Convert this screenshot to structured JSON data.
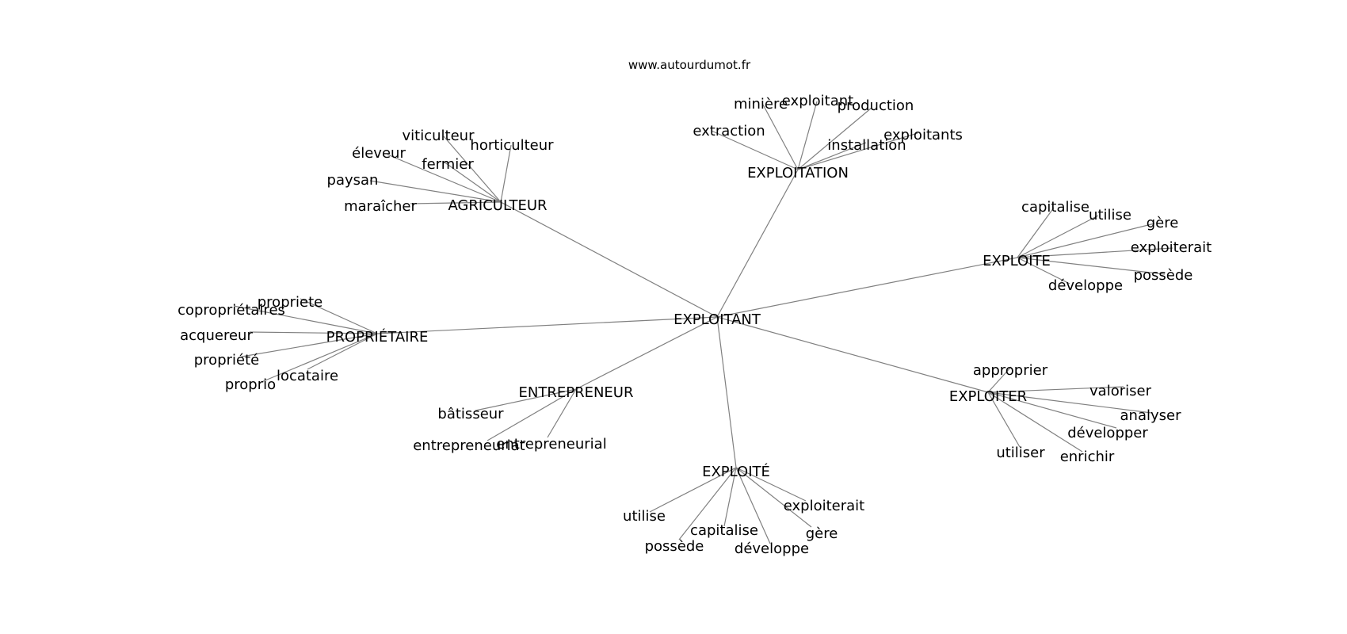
{
  "site": "www.autourdumot.fr",
  "center": "EXPLOITANT",
  "hubs": [
    {
      "label": "AGRICULTEUR",
      "leaves": [
        "viticulteur",
        "horticulteur",
        "éleveur",
        "fermier",
        "paysan",
        "maraîcher"
      ]
    },
    {
      "label": "EXPLOITATION",
      "leaves": [
        "minière",
        "exploitant",
        "production",
        "extraction",
        "installation",
        "exploitants"
      ]
    },
    {
      "label": "EXPLOITE",
      "leaves": [
        "capitalise",
        "utilise",
        "gère",
        "exploiterait",
        "possède",
        "développe"
      ]
    },
    {
      "label": "PROPRIÉTAIRE",
      "leaves": [
        "propriete",
        "copropriétaires",
        "acquereur",
        "propriété",
        "locataire",
        "proprio"
      ]
    },
    {
      "label": "ENTREPRENEUR",
      "leaves": [
        "bâtisseur",
        "entrepreneurial",
        "entrepreneuriat"
      ]
    },
    {
      "label": "EXPLOITER",
      "leaves": [
        "approprier",
        "valoriser",
        "analyser",
        "développer",
        "enrichir",
        "utiliser"
      ]
    },
    {
      "label": "EXPLOITÉ",
      "leaves": [
        "utilise",
        "exploiterait",
        "capitalise",
        "gère",
        "possède",
        "développe"
      ]
    }
  ]
}
